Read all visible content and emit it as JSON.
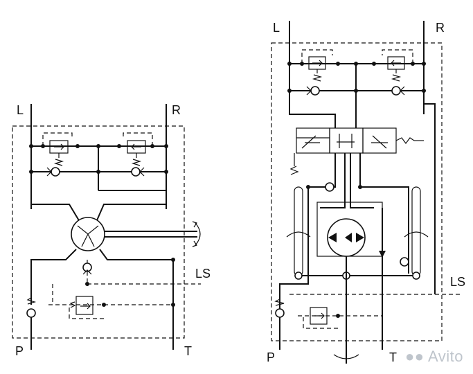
{
  "left_circuit": {
    "port_L": "L",
    "port_R": "R",
    "port_P": "P",
    "port_T": "T",
    "port_LS": "LS"
  },
  "right_circuit": {
    "port_L": "L",
    "port_R": "R",
    "port_P": "P",
    "port_T": "T",
    "port_LS": "LS"
  },
  "watermark": {
    "text": "Avito"
  },
  "colors": {
    "line": "#111111",
    "background": "#ffffff",
    "watermark": "#bfc5cc"
  }
}
